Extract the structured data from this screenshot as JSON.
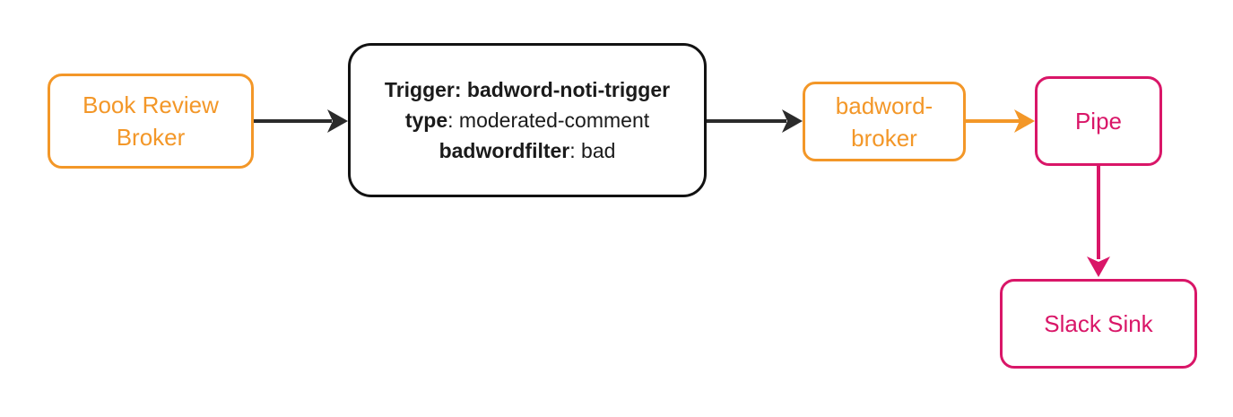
{
  "diagram": {
    "nodes": {
      "book_review_broker": {
        "label": "Book Review Broker"
      },
      "trigger": {
        "line1": "Trigger: badword-noti-trigger",
        "line2_key": "type",
        "line2_value": ": moderated-comment",
        "line3_key": "badwordfilter",
        "line3_value": ": bad"
      },
      "badword_broker": {
        "label": "badword-broker"
      },
      "pipe": {
        "label": "Pipe"
      },
      "slack_sink": {
        "label": "Slack Sink"
      }
    },
    "edges": [
      {
        "from": "book_review_broker",
        "to": "trigger",
        "color": "dark"
      },
      {
        "from": "trigger",
        "to": "badword_broker",
        "color": "dark"
      },
      {
        "from": "badword_broker",
        "to": "pipe",
        "color": "orange"
      },
      {
        "from": "pipe",
        "to": "slack_sink",
        "color": "pink"
      }
    ]
  },
  "colors": {
    "orange": "#F39728",
    "pink": "#D91668",
    "edge_black": "#2B2B2B",
    "node_black": "#121212",
    "text_black": "#1A1A1A",
    "background": "#FFFFFF"
  }
}
